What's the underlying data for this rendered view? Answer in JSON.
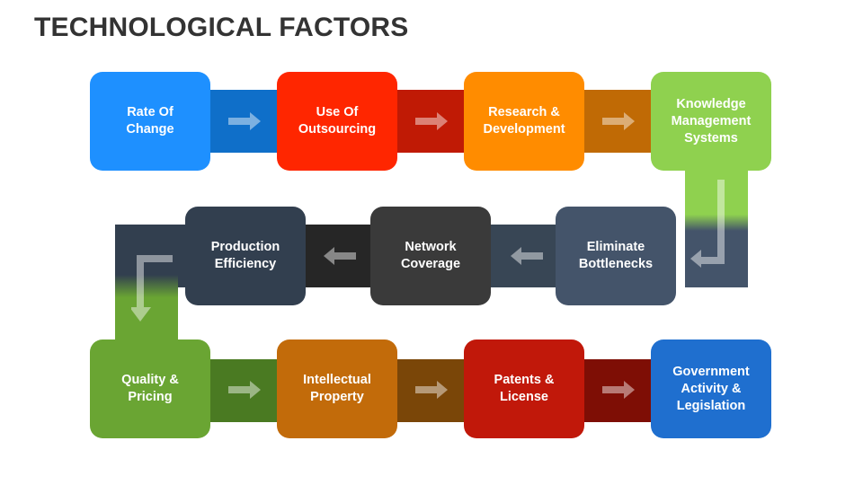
{
  "title": "TECHNOLOGICAL FACTORS",
  "steps": [
    {
      "label": "Rate Of\nChange",
      "color": "#1e90ff"
    },
    {
      "label": "Use Of\nOutsourcing",
      "color": "#ff2600"
    },
    {
      "label": "Research &\nDevelopment",
      "color": "#ff8c00"
    },
    {
      "label": "Knowledge\nManagement\nSystems",
      "color": "#8fd14f"
    },
    {
      "label": "Eliminate\nBottlenecks",
      "color": "#44546a"
    },
    {
      "label": "Network\nCoverage",
      "color": "#3a3a3a"
    },
    {
      "label": "Production\nEfficiency",
      "color": "#323f4f"
    },
    {
      "label": "Quality &\nPricing",
      "color": "#6aa533"
    },
    {
      "label": "Intellectual\nProperty",
      "color": "#c26b0a"
    },
    {
      "label": "Patents &\nLicense",
      "color": "#c1180a"
    },
    {
      "label": "Government\nActivity &\nLegislation",
      "color": "#1f6fcf"
    }
  ],
  "connector_colors": [
    "#0f6fc9",
    "#c01a05",
    "#c06a05",
    "#384655",
    "#262626",
    "#4a7a22",
    "#7a4608",
    "#7e0e05"
  ]
}
